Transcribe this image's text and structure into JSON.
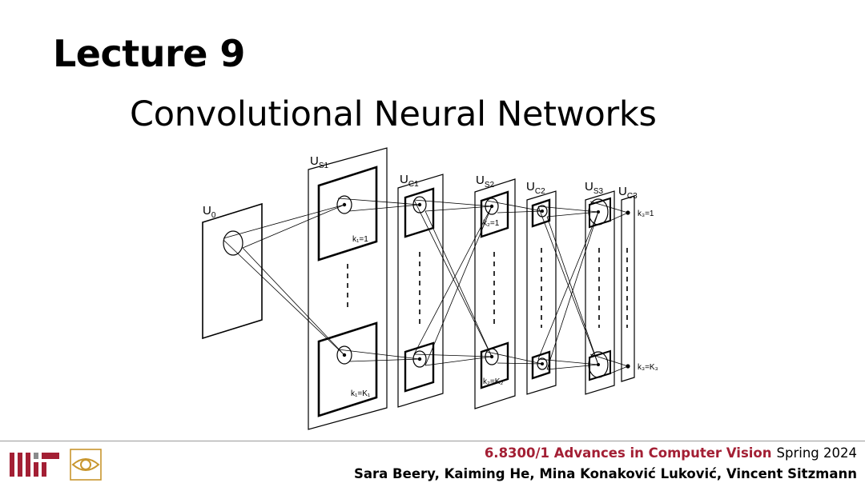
{
  "slide": {
    "title": "Lecture 9",
    "subtitle": "Convolutional Neural Networks"
  },
  "diagram": {
    "layer_labels": [
      {
        "main": "U",
        "sub": "0"
      },
      {
        "main": "U",
        "sub": "S1"
      },
      {
        "main": "U",
        "sub": "C1"
      },
      {
        "main": "U",
        "sub": "S2"
      },
      {
        "main": "U",
        "sub": "C2"
      },
      {
        "main": "U",
        "sub": "S3"
      },
      {
        "main": "U",
        "sub": "C3"
      }
    ],
    "plane_labels": {
      "s1_top": "k₁=1",
      "s1_bottom": "k₁=K₁",
      "s2_top": "k₂=1",
      "s2_bottom": "k₂=K₂",
      "c3_top": "k₃=1",
      "c3_bottom": "k₃=K₃"
    }
  },
  "footer": {
    "course": "6.8300/1 Advances in Computer Vision",
    "term": "Spring 2024",
    "authors": "Sara Beery, Kaiming He, Mina Konaković Luković, Vincent Sitzmann",
    "colors": {
      "course": "#a31f34",
      "mit_logo": "#a31f34",
      "mit_logo_gray": "#8a8b8c",
      "eye_logo": "#c8962e"
    }
  }
}
